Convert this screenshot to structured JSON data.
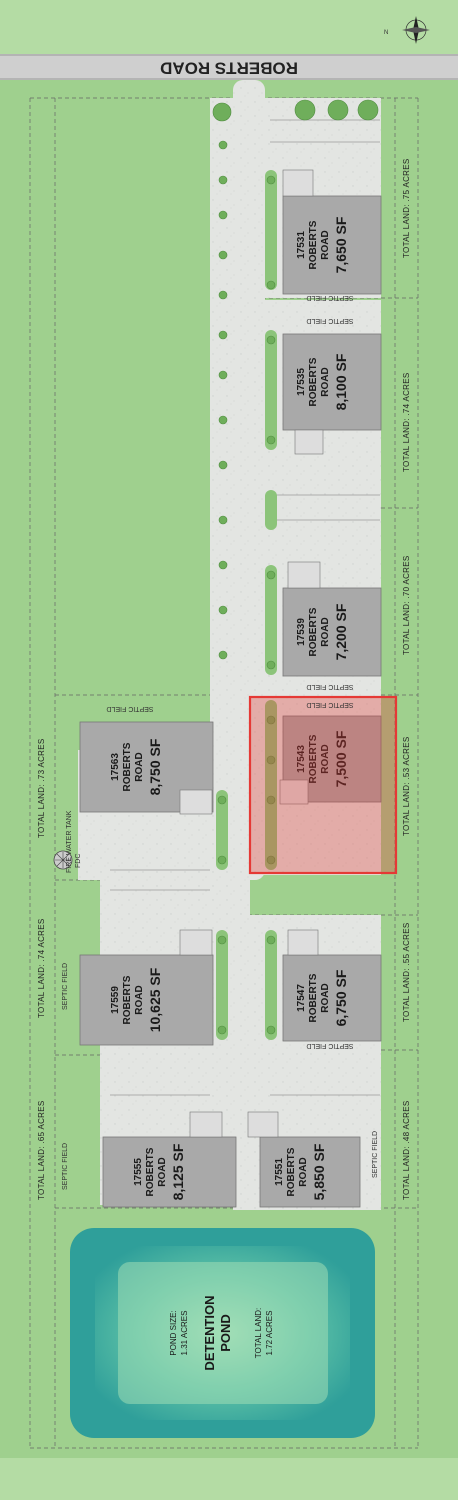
{
  "road": {
    "label": "ROBERTS ROAD"
  },
  "compass": {
    "north_label": "N"
  },
  "buildings": [
    {
      "id": "b17531",
      "line1": "17531",
      "line2": "ROBERTS",
      "line3": "ROAD",
      "size": "7,650 SF"
    },
    {
      "id": "b17535",
      "line1": "17535",
      "line2": "ROBERTS",
      "line3": "ROAD",
      "size": "8,100 SF"
    },
    {
      "id": "b17539",
      "line1": "17539",
      "line2": "ROBERTS",
      "line3": "ROAD",
      "size": "7,200 SF"
    },
    {
      "id": "b17543",
      "line1": "17543",
      "line2": "ROBERTS",
      "line3": "ROAD",
      "size": "7,500 SF",
      "highlighted": true
    },
    {
      "id": "b17547",
      "line1": "17547",
      "line2": "ROBERTS",
      "line3": "ROAD",
      "size": "6,750 SF"
    },
    {
      "id": "b17551",
      "line1": "17551",
      "line2": "ROBERTS",
      "line3": "ROAD",
      "size": "5,850 SF"
    },
    {
      "id": "b17563",
      "line1": "17563",
      "line2": "ROBERTS",
      "line3": "ROAD",
      "size": "8,750 SF"
    },
    {
      "id": "b17559",
      "line1": "17559",
      "line2": "ROBERTS",
      "line3": "ROAD",
      "size": "10,625 SF"
    },
    {
      "id": "b17555",
      "line1": "17555",
      "line2": "ROBERTS",
      "line3": "ROAD",
      "size": "8,125 SF"
    }
  ],
  "land_labels": {
    "r1": "TOTAL LAND: .75 ACRES",
    "r2": "TOTAL LAND: .74 ACRES",
    "r3": "TOTAL LAND: .70 ACRES",
    "r4": "TOTAL LAND: .53 ACRES",
    "r5": "TOTAL LAND: .55 ACRES",
    "r6": "TOTAL LAND: .48 ACRES",
    "l1": "TOTAL LAND: .73 ACRES",
    "l2": "TOTAL LAND: .74 ACRES",
    "l3": "TOTAL LAND: .65 ACRES"
  },
  "septic": {
    "label": "SEPTIC FIELD"
  },
  "fire": {
    "tank": "FIRE WATER TANK",
    "fdc": "FDC"
  },
  "pond": {
    "title1": "DETENTION",
    "title2": "POND",
    "size_label": "POND SIZE:",
    "size_value": "1.31 ACRES",
    "land_label": "TOTAL LAND:",
    "land_value": "1.72 ACRES"
  },
  "colors": {
    "grass": "#9fd08e",
    "grass_dark": "#86bf76",
    "pavement": "#e4e6e3",
    "building": "#a9a9a9",
    "highlight": "#e53935",
    "pond": "#3aa7a0",
    "road": "#d0d0d0"
  }
}
